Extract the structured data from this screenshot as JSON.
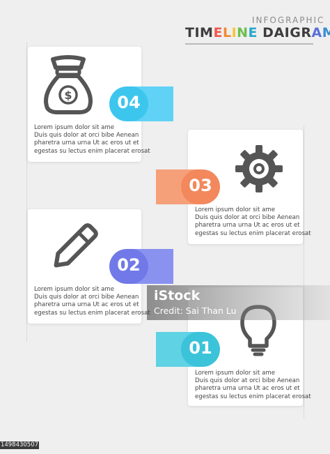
{
  "header": {
    "small_title": "INFOGRAPHIC",
    "title_letters": [
      {
        "ch": "T",
        "color": "#3d3d3d"
      },
      {
        "ch": "I",
        "color": "#3d3d3d"
      },
      {
        "ch": "M",
        "color": "#3d3d3d"
      },
      {
        "ch": "E",
        "color": "#ef5b4b"
      },
      {
        "ch": "L",
        "color": "#f28b2e"
      },
      {
        "ch": "I",
        "color": "#f5c534"
      },
      {
        "ch": "N",
        "color": "#6cbf4c"
      },
      {
        "ch": "E",
        "color": "#2aa7c9"
      },
      {
        "ch": " ",
        "color": "#3d3d3d"
      },
      {
        "ch": "D",
        "color": "#3d3d3d"
      },
      {
        "ch": "A",
        "color": "#3d3d3d"
      },
      {
        "ch": "I",
        "color": "#3d3d3d"
      },
      {
        "ch": "G",
        "color": "#3d3d3d"
      },
      {
        "ch": "R",
        "color": "#3d3d3d"
      },
      {
        "ch": "A",
        "color": "#5b6fd8"
      },
      {
        "ch": "M",
        "color": "#3a8fd0"
      }
    ]
  },
  "steps": [
    {
      "number": "04",
      "color": "#3cc6ee",
      "icon": "money-bag-icon",
      "text": [
        "Lorem ipsum dolor sit ame",
        "Duis quis dolor at orci bibe Aenean",
        "pharetra urna urna Ut ac eros ut et",
        "egestas su lectus enim placerat erosat"
      ]
    },
    {
      "number": "03",
      "color": "#f2885c",
      "icon": "gear-icon",
      "text": [
        "Lorem ipsum dolor sit ame",
        "Duis quis dolor at orci bibe Aenean",
        "pharetra urna urna Ut ac eros ut et",
        "egestas su lectus enim placerat erosat"
      ]
    },
    {
      "number": "02",
      "color": "#7179e8",
      "icon": "pencil-icon",
      "text": [
        "Lorem ipsum dolor sit ame",
        "Duis quis dolor at orci bibe Aenean",
        "pharetra urna urna Ut ac eros ut et",
        "egestas su lectus enim placerat erosat"
      ]
    },
    {
      "number": "01",
      "color": "#3bc3da",
      "icon": "lightbulb-icon",
      "text": [
        "Lorem ipsum dolor sit ame",
        "Duis quis dolor at orci bibe Aenean",
        "pharetra urna urna Ut ac eros ut et",
        "egestas su lectus enim placerat erosat"
      ]
    }
  ],
  "watermark": {
    "logo": "iStock",
    "credit": "Credit: Sai Than Lu",
    "stock_id": "1498430507"
  }
}
